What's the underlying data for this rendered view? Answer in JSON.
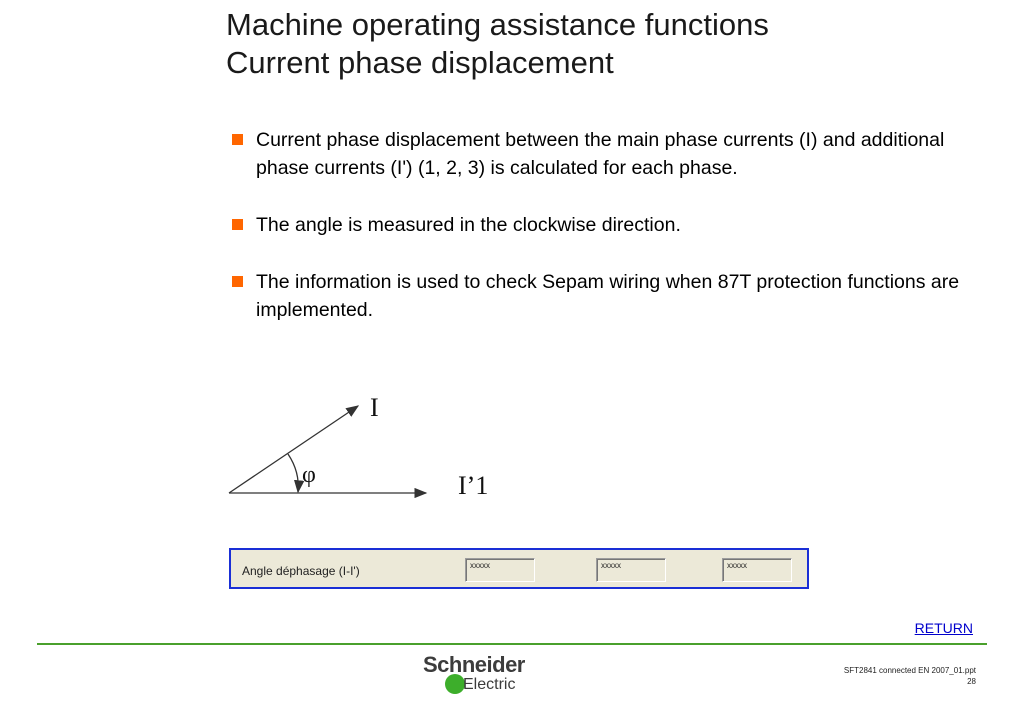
{
  "title": {
    "line1": "Machine operating assistance functions",
    "line2": "Current phase displacement"
  },
  "bullets": [
    "Current phase displacement between the main phase currents (I) and additional phase currents (I') (1, 2, 3) is calculated for each phase.",
    "The angle is measured in the clockwise direction.",
    "The information is used to check Sepam wiring when 87T protection functions are implemented."
  ],
  "diagram": {
    "vector_i_label": "I",
    "vector_i1_label": "I’1",
    "angle_label": "φ"
  },
  "panel": {
    "label": "Angle déphasage (I-I')",
    "fields": [
      "xxxxx",
      "xxxxx",
      "xxxxx"
    ]
  },
  "return_link": "RETURN",
  "footer": {
    "filename": "SFT2841 connected EN 2007_01.ppt",
    "page": "28"
  },
  "logo": {
    "line1": "Schneider",
    "line2": "Electric"
  },
  "colors": {
    "bullet": "#ff6600",
    "rule": "#4aa02c",
    "panel_border": "#1a2fd6",
    "link": "#0000cc"
  }
}
